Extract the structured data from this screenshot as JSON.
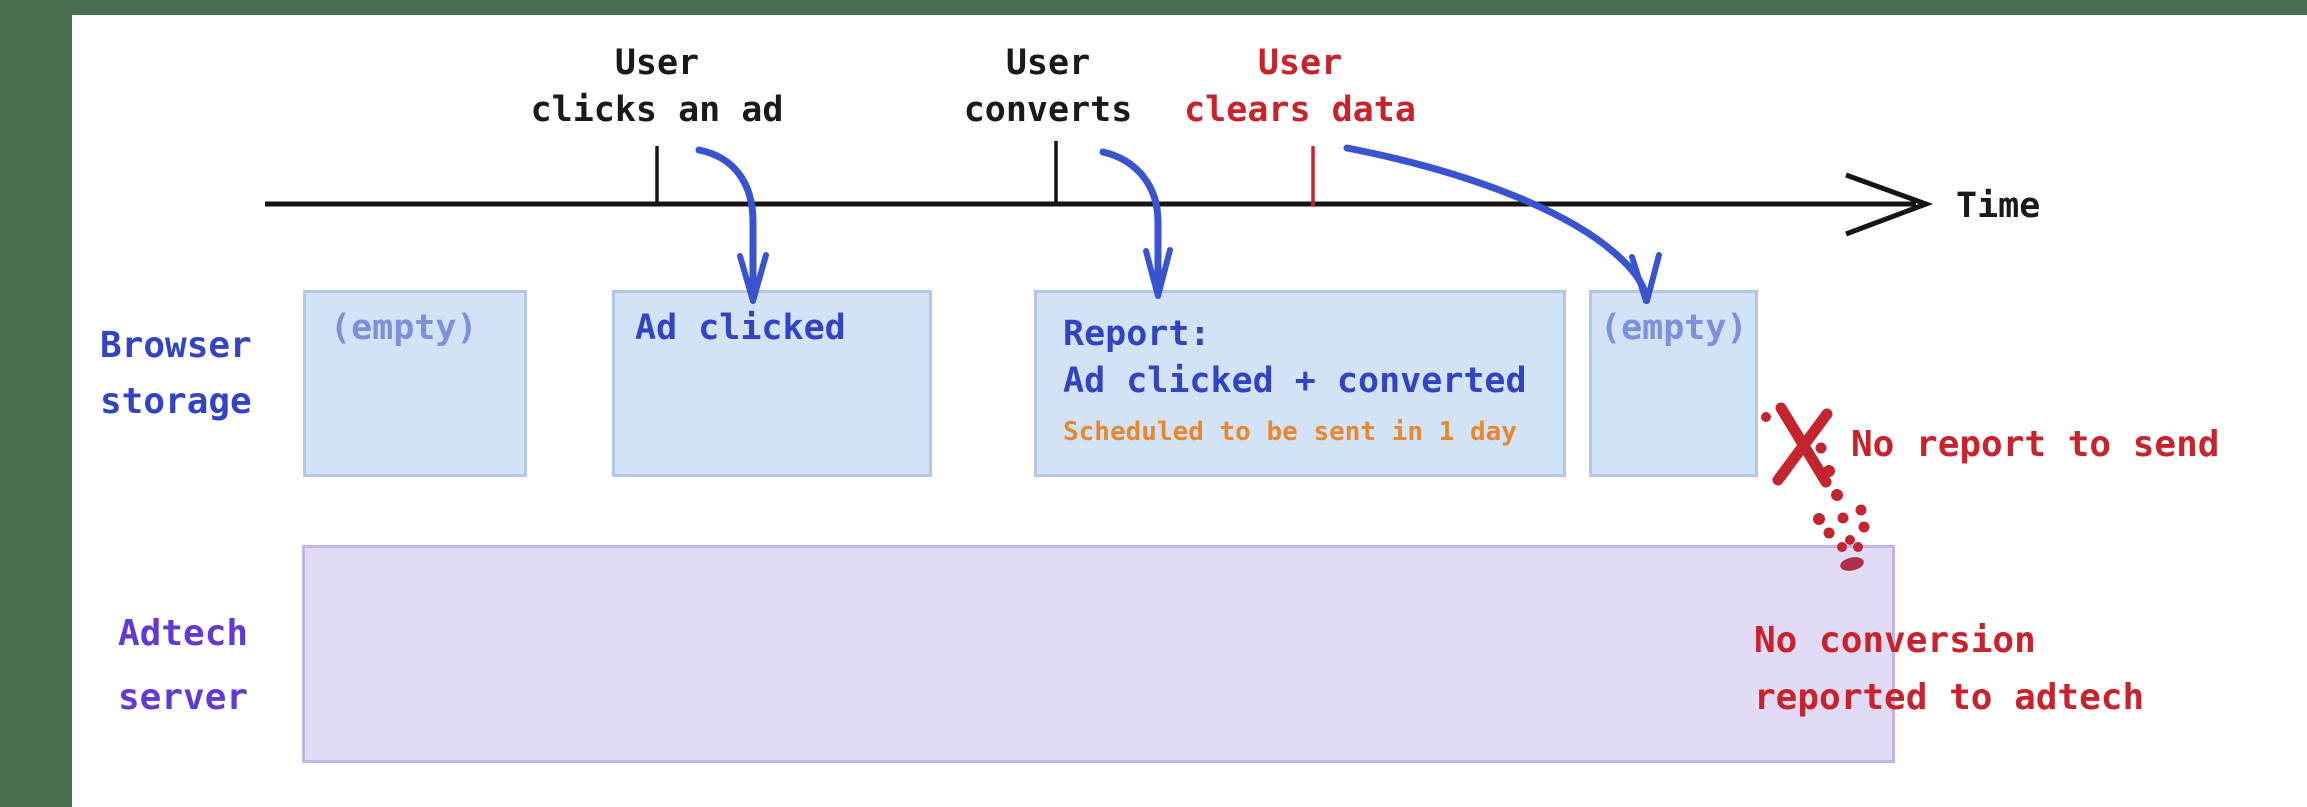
{
  "timeline": {
    "time_label": "Time",
    "events": [
      {
        "line1": "User",
        "line2": "clicks an ad"
      },
      {
        "line1": "User",
        "line2": "converts"
      },
      {
        "line1": "User",
        "line2": "clears data"
      }
    ]
  },
  "row_labels": {
    "browser": {
      "line1": "Browser",
      "line2": "storage"
    },
    "adtech": {
      "line1": "Adtech",
      "line2": "server"
    }
  },
  "storage_boxes": {
    "empty1": "(empty)",
    "ad_clicked": "Ad clicked",
    "report": {
      "line1": "Report:",
      "line2": "Ad clicked + converted",
      "note": "Scheduled to be sent in 1 day"
    },
    "empty2": "(empty)"
  },
  "annotations": {
    "no_report": "No report to send",
    "no_conversion": {
      "line1": "No conversion",
      "line2": "reported to adtech"
    }
  },
  "colors": {
    "frame_green": "#487050",
    "black": "#1a1a1a",
    "red": "#c8232d",
    "blue_text": "#3244c3",
    "blue_muted": "#7e90da",
    "blue_arrow": "#3a53cf",
    "box_fill": "#d2e3f8",
    "box_border": "#b3c7ea",
    "purple_text": "#6339d3",
    "purple_fill": "#e2dbf6",
    "purple_border": "#c5b4eb",
    "orange_note": "#e8872b"
  }
}
